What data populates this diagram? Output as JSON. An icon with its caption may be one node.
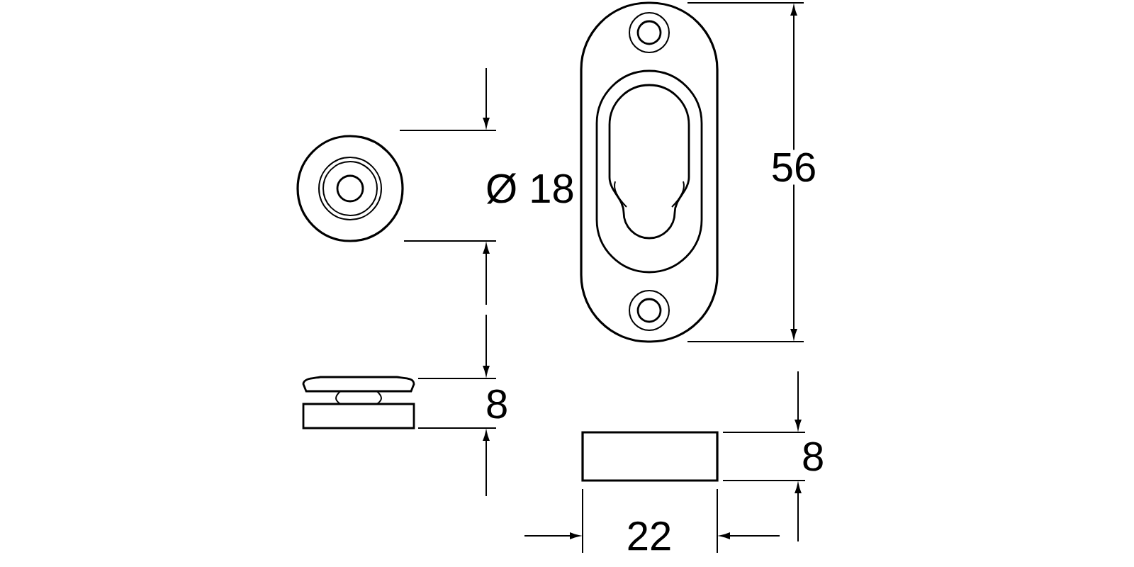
{
  "diagram": {
    "labels": [
      "56",
      "Ø 18",
      "8",
      "8",
      "22"
    ]
  }
}
